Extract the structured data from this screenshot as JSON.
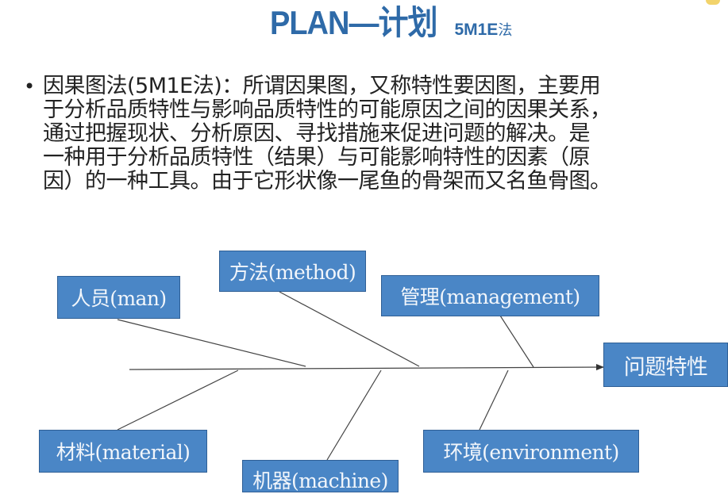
{
  "header": {
    "title": "PLAN—计划",
    "subtitle_strong": "5M1E",
    "subtitle_tail": "法"
  },
  "body": {
    "bullet": "•",
    "text": "因果图法(5M1E法)：所谓因果图，又称特性要因图，主要用\n于分析品质特性与影响品质特性的可能原因之间的因果关系，\n通过把握现状、分析原因、寻找措施来促进问题的解决。是\n一种用于分析品质特性（结果）与可能影响特性的因素（原\n因）的一种工具。由于它形状像一尾鱼的骨架而又名鱼骨图。"
  },
  "fishbone": {
    "effect": "问题特性",
    "causes": {
      "man": "人员(man)",
      "method": "方法(method)",
      "management": "管理(management)",
      "material": "材料(material)",
      "machine": "机器(machine)",
      "environment": "环境(environment)"
    },
    "colors": {
      "box_fill": "#4a86c6",
      "title": "#2e6aa8"
    }
  }
}
